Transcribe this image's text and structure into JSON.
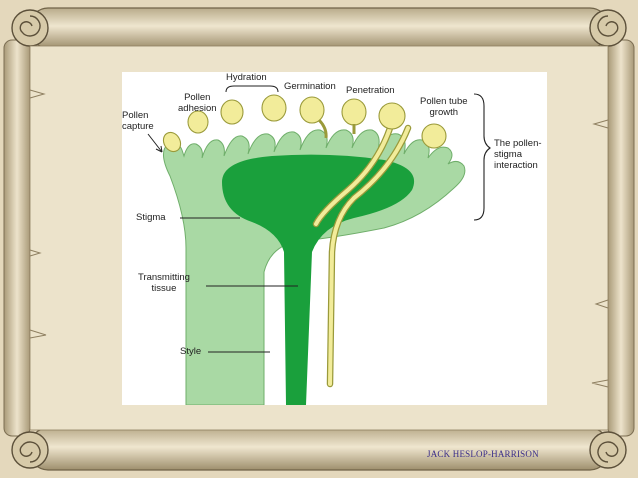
{
  "diagram": {
    "labels": {
      "hydration": "Hydration",
      "germination": "Germination",
      "penetration": "Penetration",
      "pollen_adhesion": "Pollen\nadhesion",
      "pollen_capture": "Pollen\ncapture",
      "pollen_tube_growth": "Pollen tube\ngrowth",
      "interaction": "The pollen-\nstigma\ninteraction",
      "stigma": "Stigma",
      "transmitting_tissue": "Transmitting\ntissue",
      "style": "Style"
    },
    "colors": {
      "stigma_light": "#a9d9a4",
      "transmitting_dark": "#1aa03c",
      "pollen_yellow": "#f2ec9a",
      "pollen_outline": "#9a9a3a",
      "background_parchment": "#e7dcc2"
    }
  },
  "footer": {
    "credit": "JACK HESLOP-HARRISON"
  }
}
